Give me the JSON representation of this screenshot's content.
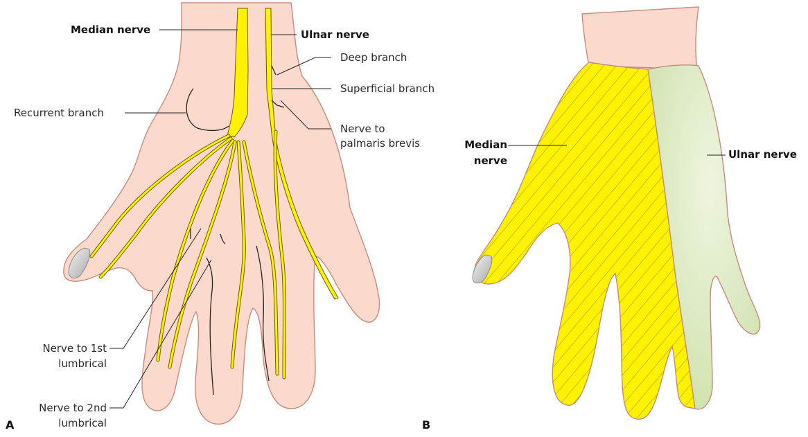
{
  "panel_a": {
    "letter": "A",
    "labels": {
      "median_nerve": "Median nerve",
      "ulnar_nerve": "Ulnar nerve",
      "deep_branch": "Deep branch",
      "superficial_branch": "Superficial branch",
      "recurrent_branch": "Recurrent branch",
      "nerve_palmaris_1": "Nerve to",
      "nerve_palmaris_2": "palmaris brevis",
      "lumbrical1_1": "Nerve to 1st",
      "lumbrical1_2": "lumbrical",
      "lumbrical2_1": "Nerve to 2nd",
      "lumbrical2_2": "lumbrical"
    }
  },
  "panel_b": {
    "letter": "B",
    "labels": {
      "median_1": "Median",
      "median_2": "nerve",
      "ulnar": "Ulnar nerve"
    }
  },
  "colors": {
    "skin": "#fbd9cc",
    "skin_outline": "#c98a78",
    "nerve_yellow": "#fff200",
    "ulnar_region": "#d8e8b8",
    "median_region": "#fff200"
  }
}
